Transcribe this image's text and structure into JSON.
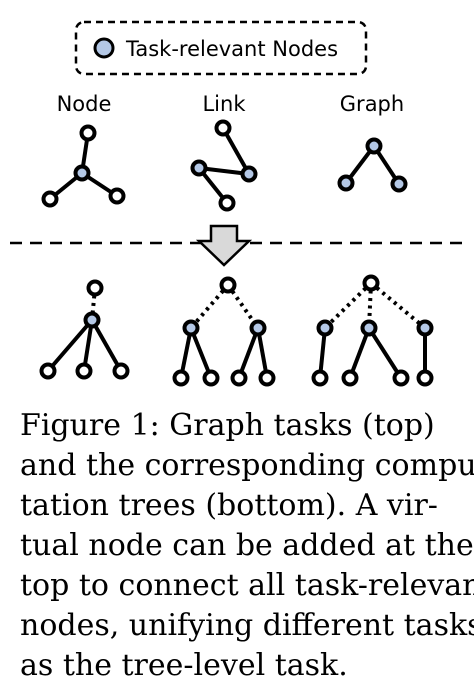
{
  "legend": {
    "label": "Task-relevant Nodes"
  },
  "tasks": [
    "Node",
    "Link",
    "Graph"
  ],
  "colors": {
    "relevant_fill": "#b4c8e6",
    "plain_fill": "#ffffff",
    "stroke": "#000000",
    "arrow_fill": "#d9d9d9"
  },
  "caption": {
    "lines": [
      "Figure 1: Graph tasks (top)",
      "and the corresponding compu-",
      "tation trees (bottom). A vir-",
      "tual node can be added at the",
      "top to connect all task-relevant",
      "nodes, unifying different tasks",
      "as the tree-level task."
    ]
  }
}
